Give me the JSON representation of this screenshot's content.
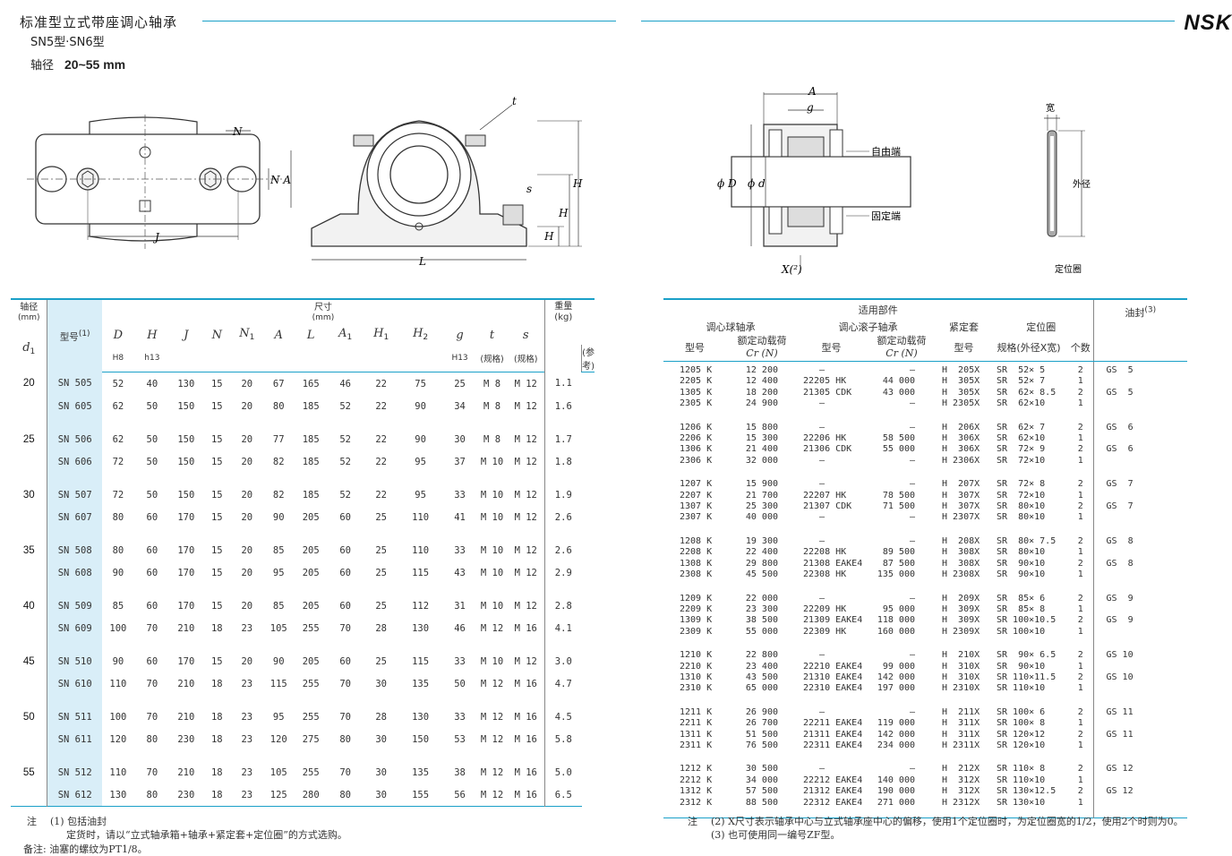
{
  "page": {
    "title": "标准型立式带座调心轴承",
    "subtitle": "SN5型·SN6型",
    "axis_label": "轴径",
    "axis_range": "20~55 mm",
    "brand": "NSK"
  },
  "figures": {
    "left_labels": {
      "N1": "N",
      "J": "J",
      "NA": "N A",
      "t": "t",
      "s": "s",
      "H2": "H",
      "H": "H",
      "H1": "H",
      "L": "L"
    },
    "right_labels": {
      "A": "A",
      "g": "g",
      "free_end": "自由端",
      "fixed_end": "固定端",
      "phiD": "ϕ D",
      "phid1": "ϕ d",
      "X": "X(²)",
      "width": "宽",
      "outer": "外径",
      "ring": "定位圈"
    }
  },
  "left_table": {
    "header": {
      "shaft": "轴径",
      "shaft_unit": "(mm)",
      "d1": "d",
      "model": "型号",
      "model_note": "(1)",
      "dims": "尺寸",
      "dims_unit": "(mm)",
      "weight": "重量",
      "weight_unit": "(kg)",
      "weight_ref": "(参考)",
      "cols": [
        "D",
        "H",
        "J",
        "N",
        "N",
        "A",
        "L",
        "A",
        "H",
        "H",
        "g",
        "t",
        "s"
      ],
      "subs": [
        "H8",
        "h13",
        "",
        "",
        "",
        "",
        "",
        "",
        "",
        "",
        "H13",
        "(规格)",
        "(规格)"
      ]
    },
    "groups": [
      {
        "d": "20",
        "rows": [
          [
            "SN 505",
            "52",
            "40",
            "130",
            "15",
            "20",
            "67",
            "165",
            "46",
            "22",
            "75",
            "25",
            "M 8",
            "M 12",
            "1.1"
          ],
          [
            "SN 605",
            "62",
            "50",
            "150",
            "15",
            "20",
            "80",
            "185",
            "52",
            "22",
            "90",
            "34",
            "M 8",
            "M 12",
            "1.6"
          ]
        ]
      },
      {
        "d": "25",
        "rows": [
          [
            "SN 506",
            "62",
            "50",
            "150",
            "15",
            "20",
            "77",
            "185",
            "52",
            "22",
            "90",
            "30",
            "M 8",
            "M 12",
            "1.7"
          ],
          [
            "SN 606",
            "72",
            "50",
            "150",
            "15",
            "20",
            "82",
            "185",
            "52",
            "22",
            "95",
            "37",
            "M 10",
            "M 12",
            "1.8"
          ]
        ]
      },
      {
        "d": "30",
        "rows": [
          [
            "SN 507",
            "72",
            "50",
            "150",
            "15",
            "20",
            "82",
            "185",
            "52",
            "22",
            "95",
            "33",
            "M 10",
            "M 12",
            "1.9"
          ],
          [
            "SN 607",
            "80",
            "60",
            "170",
            "15",
            "20",
            "90",
            "205",
            "60",
            "25",
            "110",
            "41",
            "M 10",
            "M 12",
            "2.6"
          ]
        ]
      },
      {
        "d": "35",
        "rows": [
          [
            "SN 508",
            "80",
            "60",
            "170",
            "15",
            "20",
            "85",
            "205",
            "60",
            "25",
            "110",
            "33",
            "M 10",
            "M 12",
            "2.6"
          ],
          [
            "SN 608",
            "90",
            "60",
            "170",
            "15",
            "20",
            "95",
            "205",
            "60",
            "25",
            "115",
            "43",
            "M 10",
            "M 12",
            "2.9"
          ]
        ]
      },
      {
        "d": "40",
        "rows": [
          [
            "SN 509",
            "85",
            "60",
            "170",
            "15",
            "20",
            "85",
            "205",
            "60",
            "25",
            "112",
            "31",
            "M 10",
            "M 12",
            "2.8"
          ],
          [
            "SN 609",
            "100",
            "70",
            "210",
            "18",
            "23",
            "105",
            "255",
            "70",
            "28",
            "130",
            "46",
            "M 12",
            "M 16",
            "4.1"
          ]
        ]
      },
      {
        "d": "45",
        "rows": [
          [
            "SN 510",
            "90",
            "60",
            "170",
            "15",
            "20",
            "90",
            "205",
            "60",
            "25",
            "115",
            "33",
            "M 10",
            "M 12",
            "3.0"
          ],
          [
            "SN 610",
            "110",
            "70",
            "210",
            "18",
            "23",
            "115",
            "255",
            "70",
            "30",
            "135",
            "50",
            "M 12",
            "M 16",
            "4.7"
          ]
        ]
      },
      {
        "d": "50",
        "rows": [
          [
            "SN 511",
            "100",
            "70",
            "210",
            "18",
            "23",
            "95",
            "255",
            "70",
            "28",
            "130",
            "33",
            "M 12",
            "M 16",
            "4.5"
          ],
          [
            "SN 611",
            "120",
            "80",
            "230",
            "18",
            "23",
            "120",
            "275",
            "80",
            "30",
            "150",
            "53",
            "M 12",
            "M 16",
            "5.8"
          ]
        ]
      },
      {
        "d": "55",
        "rows": [
          [
            "SN 512",
            "110",
            "70",
            "210",
            "18",
            "23",
            "105",
            "255",
            "70",
            "30",
            "135",
            "38",
            "M 12",
            "M 16",
            "5.0"
          ],
          [
            "SN 612",
            "130",
            "80",
            "230",
            "18",
            "23",
            "125",
            "280",
            "80",
            "30",
            "155",
            "56",
            "M 12",
            "M 16",
            "6.5"
          ]
        ]
      }
    ]
  },
  "right_table": {
    "header": {
      "parts": "适用部件",
      "seal": "油封",
      "seal_note": "(3)",
      "ball": "调心球轴承",
      "roller": "调心滚子轴承",
      "sleeve": "紧定套",
      "ring": "定位圈",
      "model": "型号",
      "load": "额定动载荷",
      "load_unit": "Cr (N)",
      "spec": "规格(外径X宽)",
      "count": "个数"
    },
    "groups": [
      {
        "ball": "1205 K\n2205 K\n1305 K\n2305 K",
        "bload": "12 200\n12 400\n18 200\n24 900",
        "roller": "   –\n22205 HK\n21305 CDK\n   –",
        "rload": "    –\n 44 000\n 43 000\n    –",
        "sleeve": "H  205X\nH  305X\nH  305X\nH 2305X",
        "ring": "SR  52× 5\nSR  52× 7\nSR  62× 8.5\nSR  62×10",
        "cnt": "2\n1\n2\n1",
        "seal": "GS  5\n\nGS  5"
      },
      {
        "ball": "1206 K\n2206 K\n1306 K\n2306 K",
        "bload": "15 800\n15 300\n21 400\n32 000",
        "roller": "   –\n22206 HK\n21306 CDK\n   –",
        "rload": "    –\n 58 500\n 55 000\n    –",
        "sleeve": "H  206X\nH  306X\nH  306X\nH 2306X",
        "ring": "SR  62× 7\nSR  62×10\nSR  72× 9\nSR  72×10",
        "cnt": "2\n1\n2\n1",
        "seal": "GS  6\n\nGS  6"
      },
      {
        "ball": "1207 K\n2207 K\n1307 K\n2307 K",
        "bload": "15 900\n21 700\n25 300\n40 000",
        "roller": "   –\n22207 HK\n21307 CDK\n   –",
        "rload": "    –\n 78 500\n 71 500\n    –",
        "sleeve": "H  207X\nH  307X\nH  307X\nH 2307X",
        "ring": "SR  72× 8\nSR  72×10\nSR  80×10\nSR  80×10",
        "cnt": "2\n1\n2\n1",
        "seal": "GS  7\n\nGS  7"
      },
      {
        "ball": "1208 K\n2208 K\n1308 K\n2308 K",
        "bload": "19 300\n22 400\n29 800\n45 500",
        "roller": "   –\n22208 HK\n21308 EAKE4\n22308 HK",
        "rload": "    –\n 89 500\n 87 500\n135 000",
        "sleeve": "H  208X\nH  308X\nH  308X\nH 2308X",
        "ring": "SR  80× 7.5\nSR  80×10\nSR  90×10\nSR  90×10",
        "cnt": "2\n1\n2\n1",
        "seal": "GS  8\n\nGS  8"
      },
      {
        "ball": "1209 K\n2209 K\n1309 K\n2309 K",
        "bload": "22 000\n23 300\n38 500\n55 000",
        "roller": "   –\n22209 HK\n21309 EAKE4\n22309 HK",
        "rload": "    –\n 95 000\n118 000\n160 000",
        "sleeve": "H  209X\nH  309X\nH  309X\nH 2309X",
        "ring": "SR  85× 6\nSR  85× 8\nSR 100×10.5\nSR 100×10",
        "cnt": "2\n1\n2\n1",
        "seal": "GS  9\n\nGS  9"
      },
      {
        "ball": "1210 K\n2210 K\n1310 K\n2310 K",
        "bload": "22 800\n23 400\n43 500\n65 000",
        "roller": "   –\n22210 EAKE4\n21310 EAKE4\n22310 EAKE4",
        "rload": "    –\n 99 000\n142 000\n197 000",
        "sleeve": "H  210X\nH  310X\nH  310X\nH 2310X",
        "ring": "SR  90× 6.5\nSR  90×10\nSR 110×11.5\nSR 110×10",
        "cnt": "2\n1\n2\n1",
        "seal": "GS 10\n\nGS 10"
      },
      {
        "ball": "1211 K\n2211 K\n1311 K\n2311 K",
        "bload": "26 900\n26 700\n51 500\n76 500",
        "roller": "   –\n22211 EAKE4\n21311 EAKE4\n22311 EAKE4",
        "rload": "    –\n119 000\n142 000\n234 000",
        "sleeve": "H  211X\nH  311X\nH  311X\nH 2311X",
        "ring": "SR 100× 6\nSR 100× 8\nSR 120×12\nSR 120×10",
        "cnt": "2\n1\n2\n1",
        "seal": "GS 11\n\nGS 11"
      },
      {
        "ball": "1212 K\n2212 K\n1312 K\n2312 K",
        "bload": "30 500\n34 000\n57 500\n88 500",
        "roller": "   –\n22212 EAKE4\n21312 EAKE4\n22312 EAKE4",
        "rload": "    –\n140 000\n190 000\n271 000",
        "sleeve": "H  212X\nH  312X\nH  312X\nH 2312X",
        "ring": "SR 110× 8\nSR 110×10\nSR 130×12.5\nSR 130×10",
        "cnt": "2\n1\n2\n1",
        "seal": "GS 12\n\nGS 12"
      }
    ]
  },
  "notes": {
    "left_label": "注",
    "left_1": "(1) 包括油封",
    "left_2": "定货时，请以“立式轴承箱+轴承+紧定套+定位圈”的方式选购。",
    "remark": "备注: 油塞的螺纹为PT1/8。",
    "right_label": "注",
    "right_1": "(2) X尺寸表示轴承中心与立式轴承座中心的偏移，使用1个定位圈时，为定位圈宽的1/2，使用2个时则为0。",
    "right_2": "(3) 也可使用同一编号ZF型。"
  }
}
